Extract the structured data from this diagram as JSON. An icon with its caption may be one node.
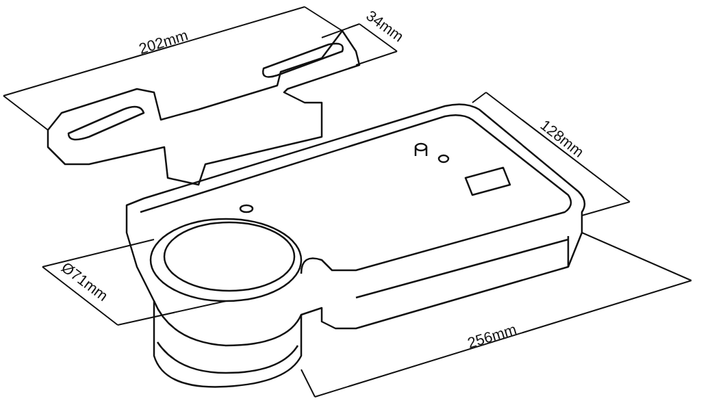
{
  "diagram": {
    "labels": [
      "202mm",
      "34mm",
      "128mm",
      "Ø71mm",
      "256mm"
    ]
  }
}
